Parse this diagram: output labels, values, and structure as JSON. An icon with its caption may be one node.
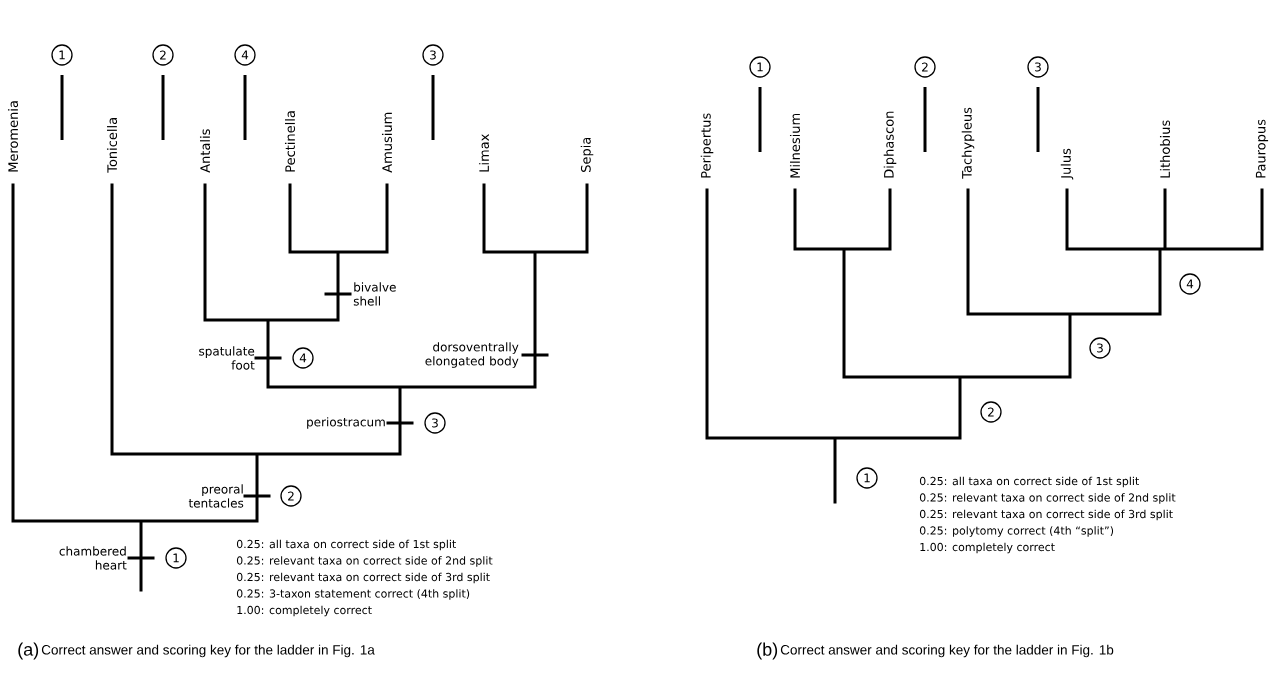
{
  "diagram": {
    "nodes": [
      {
        "text": [
          "1"
        ]
      },
      {
        "text": [
          "2"
        ]
      },
      {
        "text": [
          "4"
        ]
      },
      {
        "text": [
          "3"
        ]
      },
      {
        "text": [
          "4"
        ]
      },
      {
        "text": [
          "3"
        ]
      },
      {
        "text": [
          "2"
        ]
      },
      {
        "text": [
          "1"
        ]
      },
      {
        "text": [
          "1"
        ]
      },
      {
        "text": [
          "2"
        ]
      },
      {
        "text": [
          "3"
        ]
      },
      {
        "text": [
          "4"
        ]
      },
      {
        "text": [
          "3"
        ]
      },
      {
        "text": [
          "2"
        ]
      },
      {
        "text": [
          "1"
        ]
      }
    ],
    "labels": [
      "Meromenia",
      "Tonicella",
      "Antalis",
      "Pectinella",
      "Amusium",
      "Limax",
      "Sepia",
      "bivalve shell",
      "spatulate foot",
      "dorsoventrally elongated body",
      "periostracum",
      "preoral tentacles",
      "chambered heart",
      "0.25: all taxa on correct side of 1st split",
      "0.25: relevant taxa on correct side of 2nd split",
      "0.25: relevant taxa on correct side of 3rd split",
      "0.25: 3-taxon statement correct (4th split)",
      "1.00: completely correct",
      "Peripertus",
      "Milnesium",
      "Diphascon",
      "Tachypleus",
      "Julus",
      "Lithobius",
      "Pauropus",
      "0.25: all taxa on correct side of 1st split",
      "0.25: relevant taxa on correct side of 2nd split",
      "0.25: relevant taxa on correct side of 3rd split",
      "0.25: polytomy correct (4th “split”)",
      "1.00: completely correct",
      "(a)",
      "Correct answer and scoring key for the ladder in Fig. 1a",
      "(b)",
      "Correct answer and scoring key for the ladder in Fig. 1b"
    ]
  }
}
